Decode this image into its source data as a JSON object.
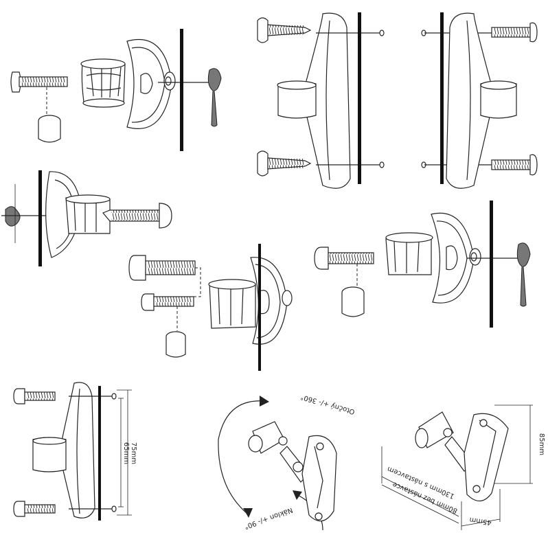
{
  "labels": {
    "rotation": "Otočný +/- 360°",
    "tilt": "Náklon +/- 90°",
    "depth_without_extension": "80mm bez nástavce",
    "depth_with_extension": "130mm s nástavcem",
    "height": "85mm",
    "width": "45mm",
    "spacing_outer": "75mm",
    "spacing_inner": "65mm"
  },
  "colors": {
    "ink": "#222222",
    "wall": "#111111",
    "bracket_fill": "#ffffff",
    "washer": "#777777"
  }
}
